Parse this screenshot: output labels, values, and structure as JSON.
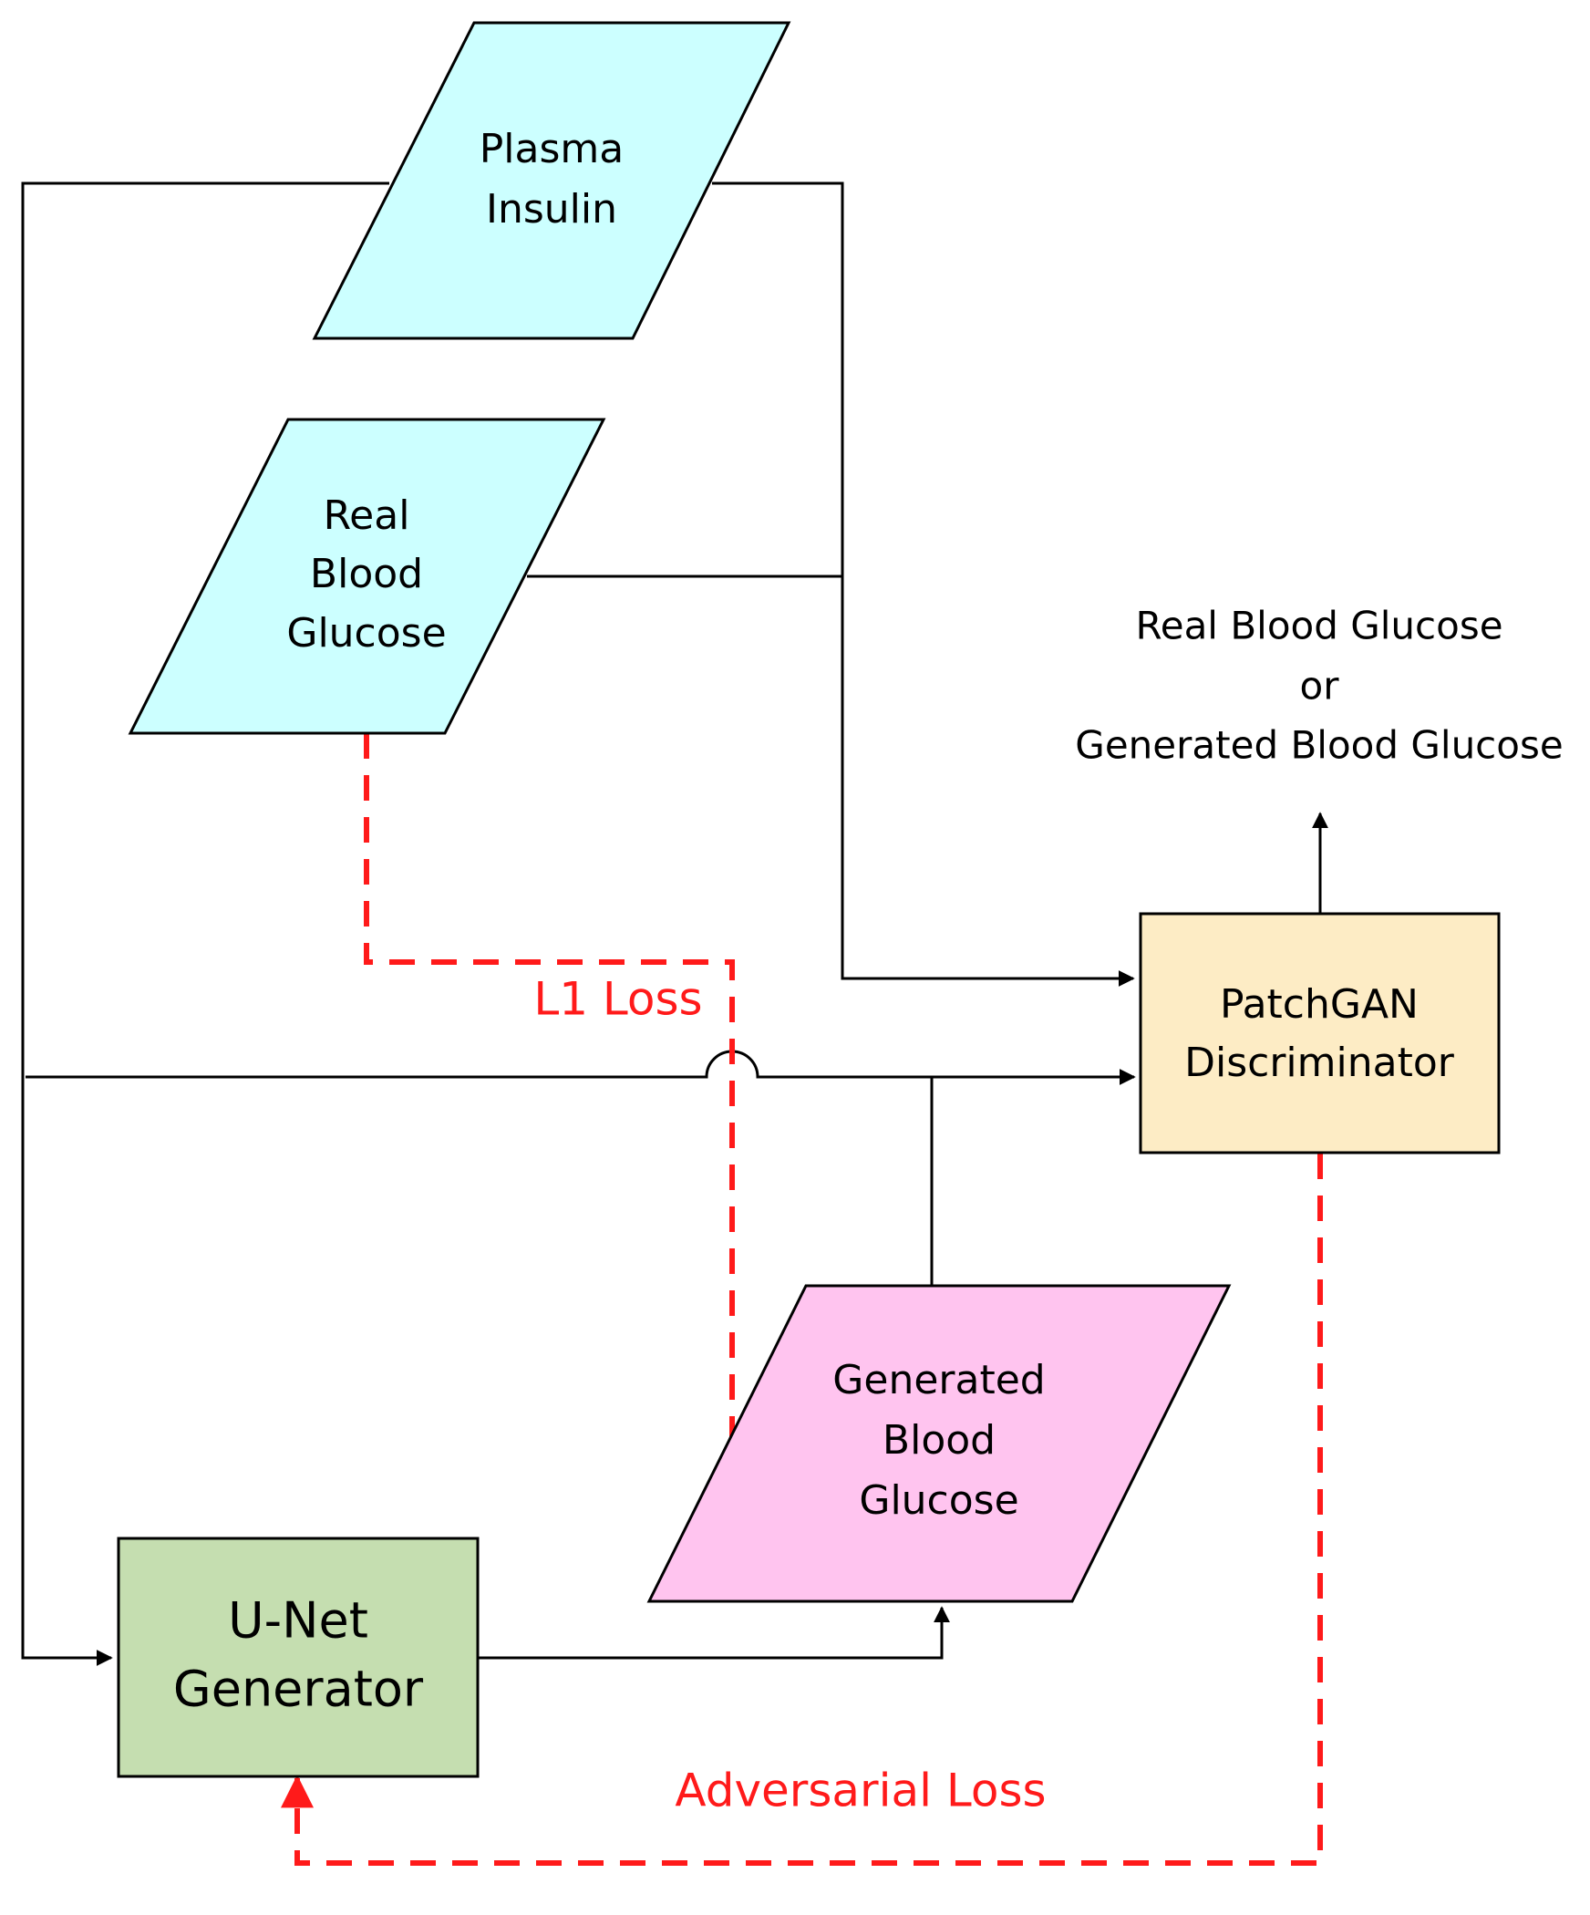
{
  "nodes": {
    "plasma_insulin": {
      "lines": [
        "Plasma",
        "Insulin"
      ],
      "fill": "#ccffff"
    },
    "real_blood_glucose": {
      "lines": [
        "Real",
        "Blood",
        "Glucose"
      ],
      "fill": "#ccffff"
    },
    "generated_blood_glucose": {
      "lines": [
        "Generated",
        "Blood",
        "Glucose"
      ],
      "fill": "#ffc4ef"
    },
    "unet_generator": {
      "lines": [
        "U-Net",
        "Generator"
      ],
      "fill": "#c5deb0"
    },
    "patchgan_discriminator": {
      "lines": [
        "PatchGAN",
        "Discriminator"
      ],
      "fill": "#fdecc5"
    }
  },
  "labels": {
    "l1_loss": "L1 Loss",
    "adversarial_loss": "Adversarial Loss",
    "output": [
      "Real Blood Glucose",
      "or",
      "Generated Blood Glucose"
    ]
  },
  "colors": {
    "line": "#000000",
    "loss": "#ff1a1a",
    "shape_stroke": "#000000"
  }
}
